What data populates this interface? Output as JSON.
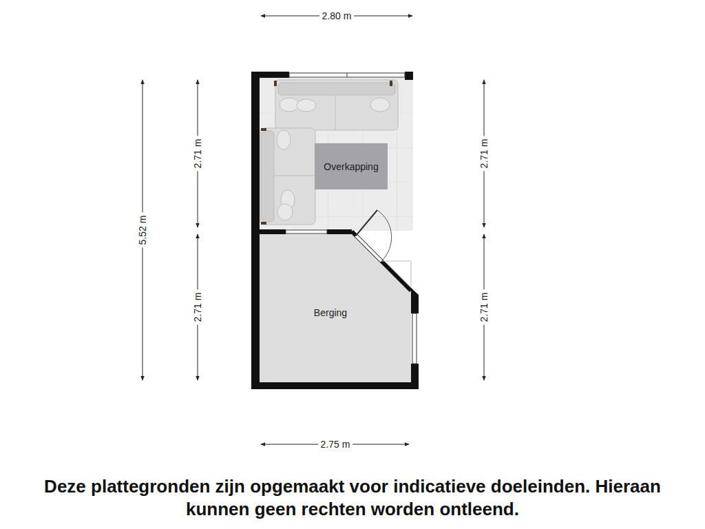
{
  "diagram": {
    "caption": "Deze plattegronden zijn opgemaakt voor indicatieve doeleinden. Hieraan kunnen geen rechten worden ontleend.",
    "nodes": [
      {
        "text": [
          "Overkapping"
        ]
      },
      {
        "text": [
          "Berging"
        ]
      }
    ],
    "labels": [
      "2.80 m",
      "5.52 m",
      "2.71 m",
      "2.71 m",
      "2.71 m",
      "2.71 m",
      "2.75 m"
    ]
  }
}
